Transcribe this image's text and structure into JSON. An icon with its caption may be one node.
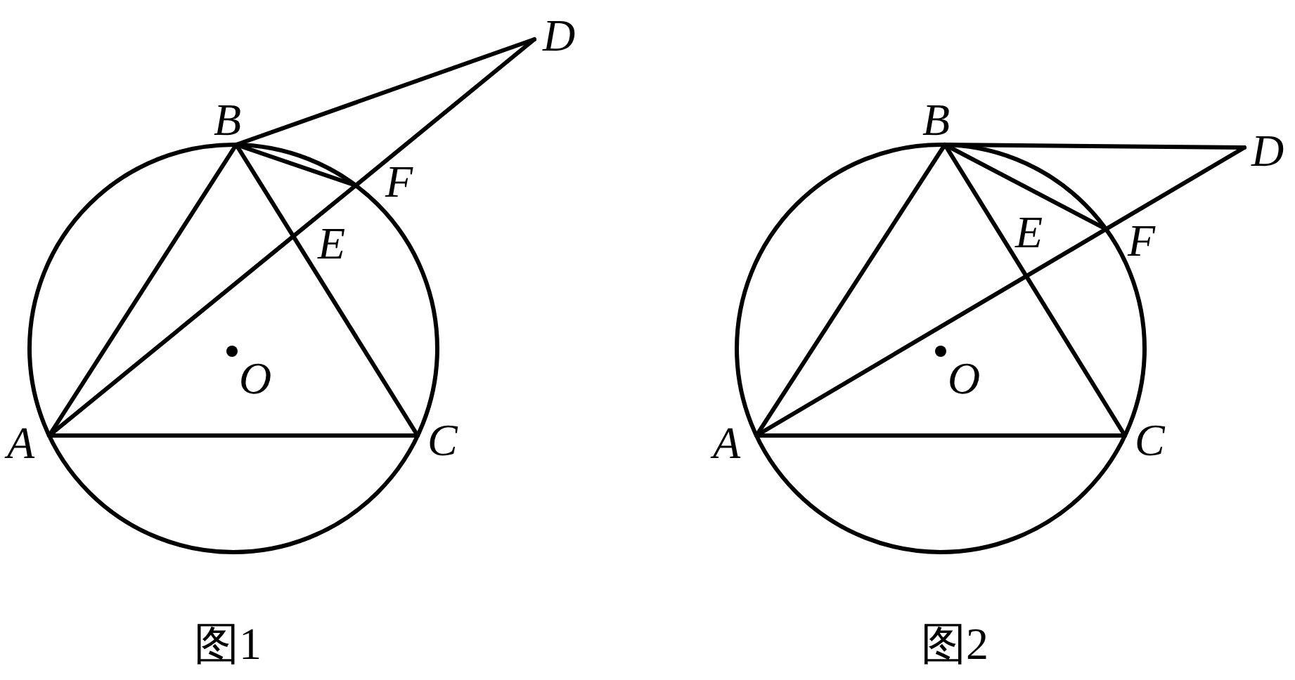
{
  "diagram": {
    "nodes": [
      {
        "text": [
          "A"
        ]
      },
      {
        "text": [
          "B"
        ]
      },
      {
        "text": [
          "C"
        ]
      },
      {
        "text": [
          "D"
        ]
      },
      {
        "text": [
          "E"
        ]
      },
      {
        "text": [
          "F"
        ]
      },
      {
        "text": [
          "A"
        ]
      },
      {
        "text": [
          "B"
        ]
      },
      {
        "text": [
          "C"
        ]
      },
      {
        "text": [
          "D"
        ]
      },
      {
        "text": [
          "E"
        ]
      },
      {
        "text": [
          "F"
        ]
      }
    ],
    "edges": [
      {
        "from": 0,
        "to": 1,
        "arrow": "none"
      },
      {
        "from": 1,
        "to": 4,
        "arrow": "none"
      },
      {
        "from": 4,
        "to": 2,
        "arrow": "none"
      },
      {
        "from": 2,
        "to": 0,
        "arrow": "none"
      },
      {
        "from": 0,
        "to": 4,
        "arrow": "none"
      },
      {
        "from": 4,
        "to": 5,
        "arrow": "none"
      },
      {
        "from": 5,
        "to": 3,
        "arrow": "none"
      },
      {
        "from": 1,
        "to": 3,
        "arrow": "none"
      },
      {
        "from": 1,
        "to": 5,
        "arrow": "none"
      },
      {
        "from": 6,
        "to": 7,
        "arrow": "none"
      },
      {
        "from": 7,
        "to": 10,
        "arrow": "none"
      },
      {
        "from": 10,
        "to": 8,
        "arrow": "none"
      },
      {
        "from": 8,
        "to": 6,
        "arrow": "none"
      },
      {
        "from": 6,
        "to": 10,
        "arrow": "none"
      },
      {
        "from": 10,
        "to": 11,
        "arrow": "none"
      },
      {
        "from": 11,
        "to": 9,
        "arrow": "none"
      },
      {
        "from": 7,
        "to": 9,
        "arrow": "none"
      },
      {
        "from": 7,
        "to": 11,
        "arrow": "none"
      }
    ],
    "labels": [
      "O",
      "O",
      "图1",
      "图2"
    ]
  }
}
